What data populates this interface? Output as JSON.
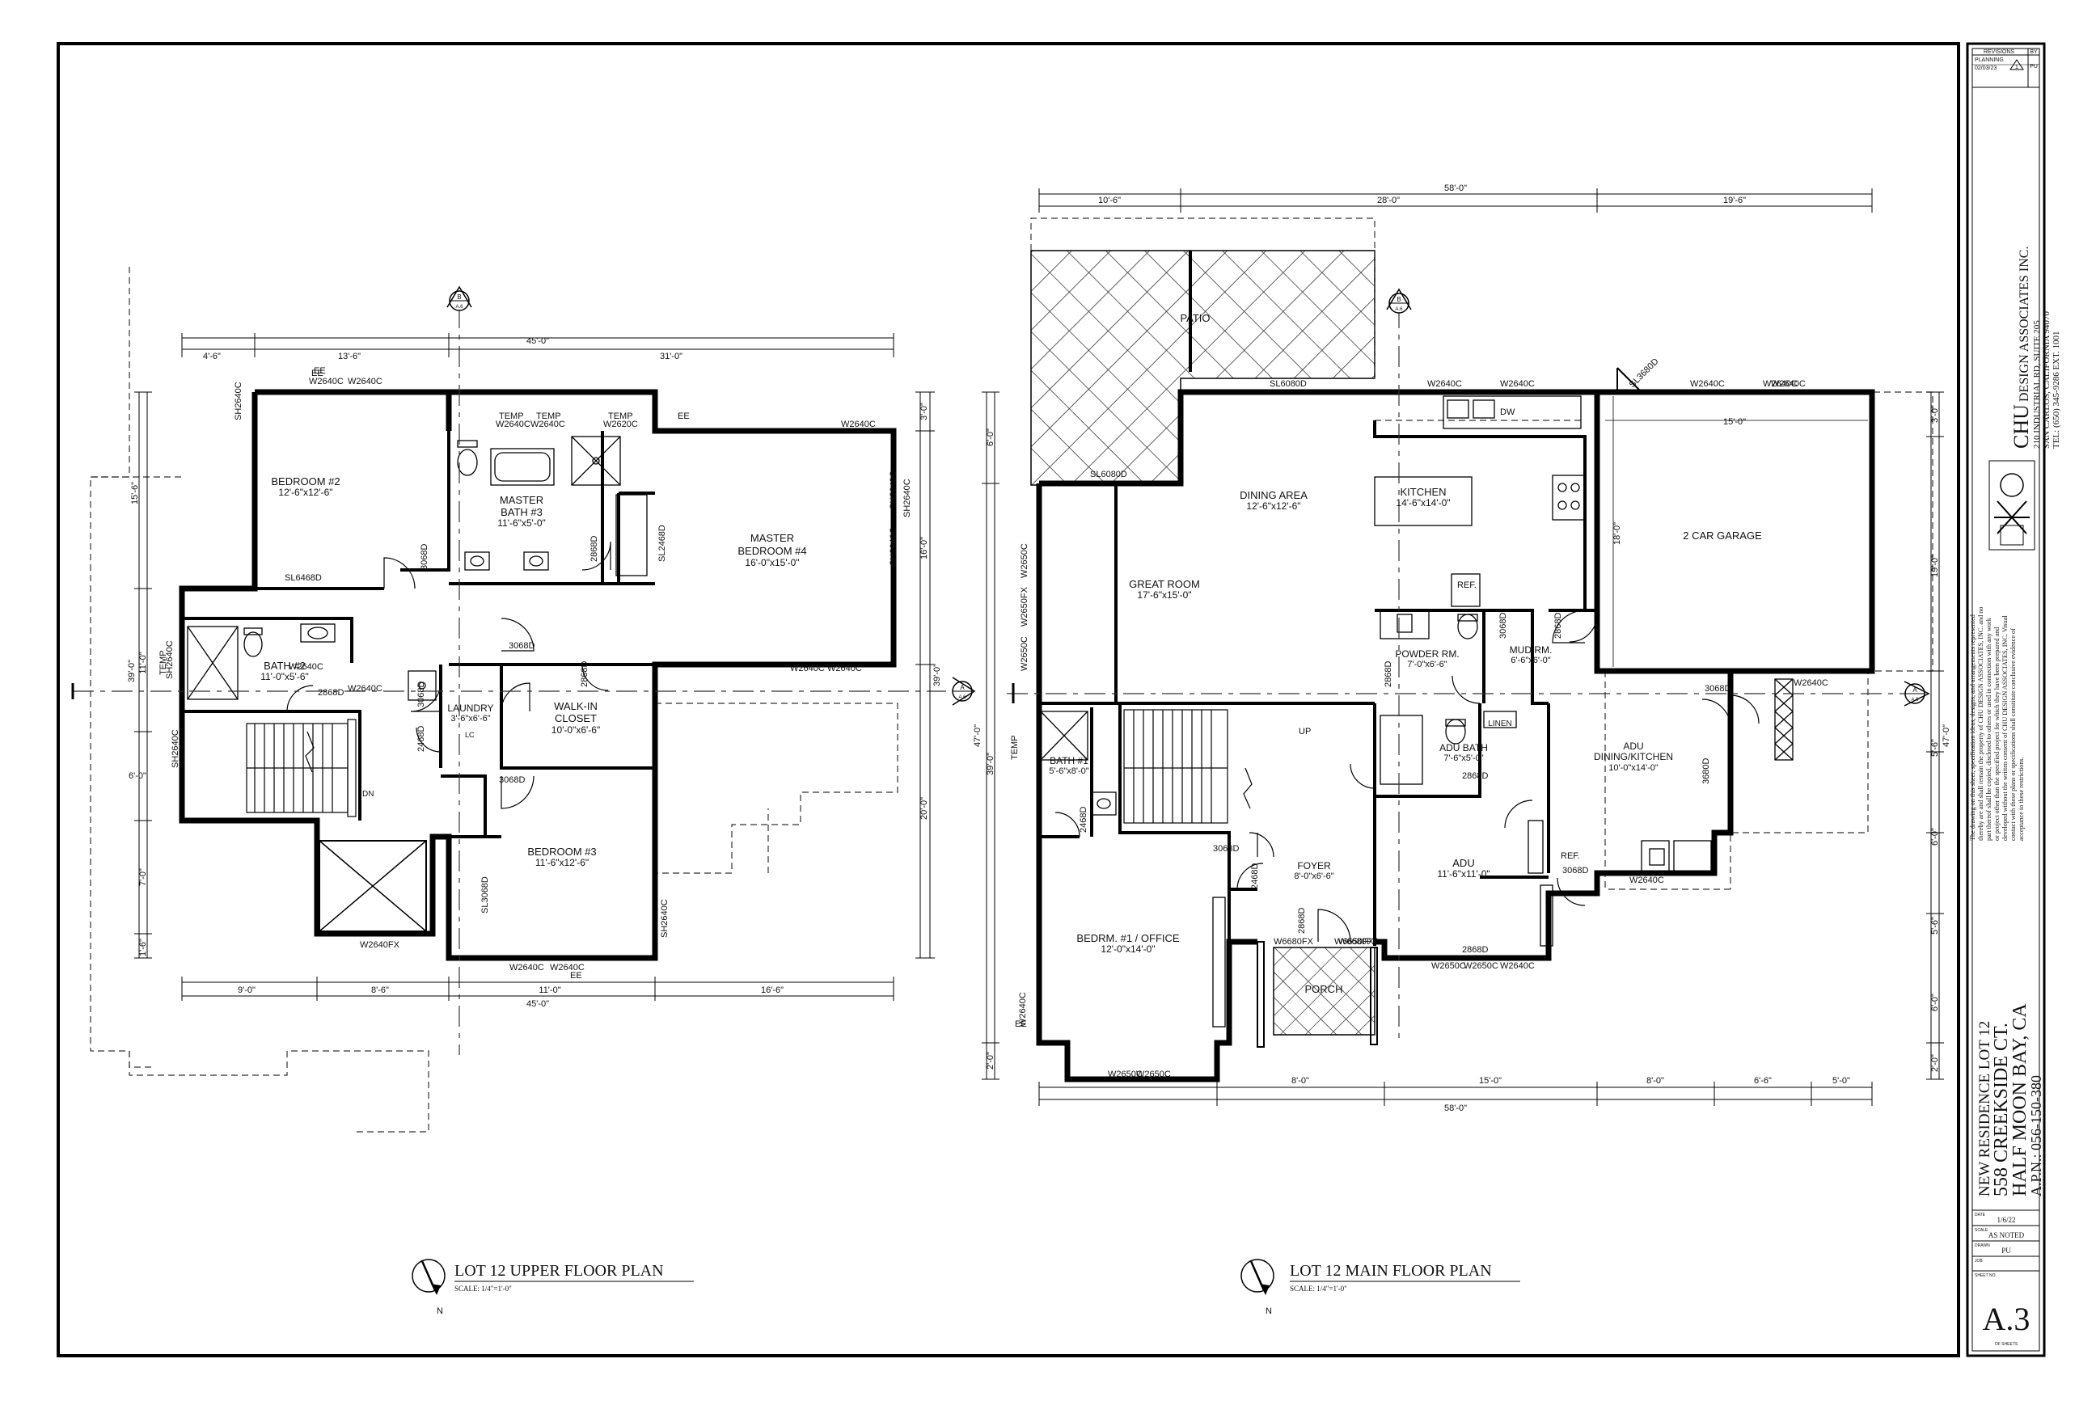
{
  "sheet": {
    "number": "A.3",
    "project_title": "NEW RESIDENCE LOT 12",
    "address_line1": "558 CREEKSIDE CT.",
    "address_line2": "HALF MOON BAY, CA",
    "apn": "A.P.N.: 056-150-380",
    "date_label": "DATE",
    "date": "1/6/22",
    "scale_label": "SCALE",
    "scale": "AS NOTED",
    "drawn_label": "DRAWN",
    "drawn": "PU",
    "job_label": "JOB",
    "sheet_label": "SHEET NO.",
    "sheet_of": "OF SHEETS"
  },
  "revisions": {
    "header": "REVISIONS",
    "by_header": "BY",
    "rows": [
      {
        "desc_line1": "PLANNING",
        "desc_line2": "02/03/23",
        "mark": "1",
        "by": "PU"
      }
    ]
  },
  "firm": {
    "name_primary": "CHU",
    "name_rest": "DESIGN ASSOCIATES INC.",
    "address1": "210 INDUSTRIAL RD, SUITE 205",
    "address2": "SAN CARLOS, CALIFORNIA 94070",
    "phone": "TEL: (650) 345-9286 EXT. 1001",
    "disclaimer": [
      "The drawing on this sheet, specification ideas, designs, and arrangements represented",
      "thereby are and shall remain the property of CHU DESIGN ASSOCIATES, INC. and no",
      "part thereof shall be copied, disclosed to others or used in connection with any work",
      "or project other than the specified project for which they have been prepared and",
      "developed without the written consent of CHU DESIGN ASSOCIATES, INC. Visual",
      "contact with these plans or specifications shall constitute conclusive evidence of",
      "acceptance to these restrictions."
    ]
  },
  "upper_plan": {
    "title": "LOT 12 UPPER FLOOR PLAN",
    "scale": "SCALE: 1/4\"=1'-0\"",
    "north": "N",
    "section_mark": "B",
    "section_sheet": "A.6",
    "section_mark_side": "A",
    "section_sheet_side": "A.6",
    "rooms": {
      "bedroom2": {
        "name": "BEDROOM #2",
        "size": "12'-6\"x12'-6\""
      },
      "master_bath": {
        "name1": "MASTER",
        "name2": "BATH #3",
        "size": "11'-6\"x5'-0\""
      },
      "master_bedroom": {
        "name1": "MASTER",
        "name2": "BEDROOM #4",
        "size": "16'-0\"x15'-0\""
      },
      "bath2": {
        "name": "BATH #2",
        "size": "11'-0\"x5'-6\""
      },
      "laundry": {
        "name": "LAUNDRY",
        "size": "3'-6\"x6'-6\""
      },
      "walkin": {
        "name1": "WALK-IN",
        "name2": "CLOSET",
        "size": "10'-0\"x6'-6\""
      },
      "bedroom3": {
        "name": "BEDROOM #3",
        "size": "11'-6\"x12'-6\""
      }
    },
    "dims_top": [
      "4'-6\"",
      "13'-6\"",
      "31'-0\""
    ],
    "dim_top_total": "45'-0\"",
    "dims_bottom": [
      "9'-0\"",
      "8'-6\"",
      "11'-0\"",
      "16'-6\""
    ],
    "dim_bottom_total": "45'-0\"",
    "dims_left": [
      "15'-6\"",
      "11'-0\"",
      "6'-0\"",
      "7'-0\"",
      "1'-6\""
    ],
    "dim_left_total": "39'-0\"",
    "dims_right": [
      "3'-0\"",
      "16'-0\"",
      "20'-0\""
    ],
    "dim_right_total": "39'-0\"",
    "windows": [
      "EE",
      "W2640C",
      "W2640C",
      "TEMP",
      "W2640C",
      "TEMP",
      "W2640C",
      "TEMP",
      "W2620C",
      "EE",
      "W2640C",
      "W2640C",
      "W2640C",
      "W2640FX",
      "W2640C",
      "W2640C",
      "EE",
      "W2640C",
      "W2640C"
    ],
    "window_sides": [
      "SH2640C",
      "SH2640C",
      "SH2640C",
      "SH2640C",
      "SH2640C",
      "SH2640C",
      "SH2640C",
      "TEMP",
      "EE"
    ],
    "doors": [
      "3068D",
      "3068D",
      "3068D",
      "2868D",
      "2868D",
      "3068D",
      "2868D",
      "2468D",
      "SL6468D",
      "SL3068D",
      "SL2468D"
    ],
    "misc": [
      "DN",
      "LC"
    ]
  },
  "main_plan": {
    "title": "LOT 12 MAIN FLOOR PLAN",
    "scale": "SCALE: 1/4\"=1'-0\"",
    "north": "N",
    "section_mark": "B",
    "section_sheet": "A.6",
    "section_mark_side": "A",
    "section_sheet_side": "A.6",
    "rooms": {
      "patio": {
        "name": "PATIO"
      },
      "dining": {
        "name": "DINING AREA",
        "size": "12'-6\"x12'-6\""
      },
      "kitchen": {
        "name": "KITCHEN",
        "size": "14'-6\"x14'-0\""
      },
      "garage": {
        "name": "2 CAR GARAGE"
      },
      "great": {
        "name": "GREAT ROOM",
        "size": "17'-6\"x15'-0\""
      },
      "powder": {
        "name": "POWDER RM.",
        "size": "7'-0\"x6'-6\""
      },
      "mud": {
        "name": "MUD RM.",
        "size": "6'-6\"x6'-0\""
      },
      "adu_bath": {
        "name": "ADU BATH",
        "size": "7'-6\"x5'-0\""
      },
      "adu_kitchen": {
        "name1": "ADU",
        "name2": "DINING/KITCHEN",
        "size": "10'-0\"x14'-0\""
      },
      "linen": {
        "name": "LINEN"
      },
      "bath1": {
        "name": "BATH #1",
        "size": "5'-6\"x8'-0\""
      },
      "foyer": {
        "name": "FOYER",
        "size": "8'-0\"x6'-6\""
      },
      "adu": {
        "name": "ADU",
        "size": "11'-6\"x11'-0\""
      },
      "bedroom1": {
        "name": "BEDRM. #1 / OFFICE",
        "size": "12'-0\"x14'-0\""
      },
      "porch": {
        "name": "PORCH"
      }
    },
    "dims_top": [
      "10'-6\"",
      "28'-0\"",
      "19'-6\""
    ],
    "dim_top_total": "58'-0\"",
    "dims_bottom": [
      "8'-0\"",
      "15'-0\"",
      "8'-0\"",
      "6'-6\"",
      "5'-0\""
    ],
    "dim_bottom_total": "58'-0\"",
    "dims_left": [
      "6'-0\"",
      "39'-0\"",
      "2'-0\""
    ],
    "dim_left_total": "47'-0\"",
    "dims_right": [
      "3'-0\"",
      "19'-0\"",
      "5'-6\"",
      "6'-0\"",
      "5'-6\"",
      "6'-0\"",
      "2'-0\""
    ],
    "dim_right_total": "47'-0\"",
    "garage_dims": [
      "15'-0\"",
      "18'-0\""
    ],
    "windows": [
      "SL6080D",
      "W2640C",
      "W2640C",
      "DW",
      "W2640C",
      "W2640C",
      "SL6080D",
      "W2640C",
      "W6650FX",
      "W2650C",
      "W2650C",
      "W2640C",
      "W2650C",
      "W2650C",
      "W6680FX",
      "W6680FX",
      "W2640C",
      "W2640C",
      "EE",
      "TEMP",
      "W2640C"
    ],
    "window_sides": [
      "W2650C",
      "W2650FX",
      "W2650C",
      "SL3680D"
    ],
    "doors": [
      "3068D",
      "3068D",
      "3068D",
      "2868D",
      "2868D",
      "2868D",
      "2468D",
      "3680D",
      "2868D",
      "2868D",
      "2468D",
      "3068D"
    ],
    "misc": [
      "REF.",
      "REF.",
      "UP"
    ]
  }
}
